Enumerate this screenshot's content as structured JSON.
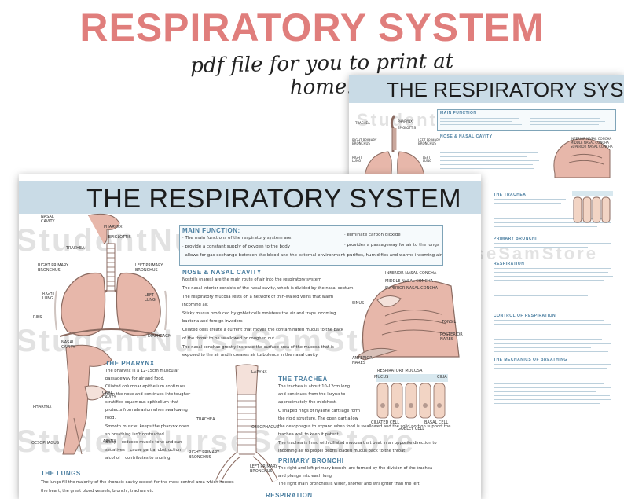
{
  "headline": "RESPIRATORY SYSTEM",
  "subtitle": "pdf file for you to print at home!",
  "sheet_title": "THE RESPIRATORY SYSTEM",
  "watermark": "StudentNurseSamStore",
  "front": {
    "main_function": {
      "heading": "MAIN FUNCTION:",
      "lines": [
        "· The main functions of the respiratory system are:",
        "· provide a constant supply of oxygen to the body",
        "· allows for gas exchange between the blood and the external environment"
      ],
      "right_lines": [
        "· eliminate carbon dioxide",
        "· provides a passageway for air to the lungs",
        "· purifies, humidifies and warms incoming air"
      ]
    },
    "nose": {
      "heading": "NOSE & NASAL CAVITY",
      "lines": [
        "Nostrils (nares) are the main route of air into the respiratory system",
        "The nasal interior consists of the nasal cavity, which is divided by the nasal septum.",
        "The respiratory mucosa rests on a network of thin-walled veins that warm",
        "incoming air.",
        "Sticky mucus produced by goblet cells moistens the air and traps incoming",
        "bacteria and foreign invaders",
        "Ciliated cells create a current that moves the contaminated mucus to the back",
        "of the throat to be swallowed or coughed out.",
        "The nasal conchae greatly increase the surface area of the mucosa that is",
        "exposed to the air and increases air turbulence in the nasal cavity"
      ]
    },
    "pharynx": {
      "heading": "THE PHARYNX",
      "lines": [
        "The pharynx is a 12-15cm muscular",
        "passageway for air and food.",
        "Ciliated columnar epithelium continues",
        "from the nose and continues into tougher",
        "stratified squamous epithelium that",
        "protects from abrasion when swallowing",
        "food.",
        "Smooth muscle: keeps the pharynx open",
        "so breathing isn't obstructed",
        "Sleep    reduces muscle tone and can",
        "sedatives    cause partial obstruction",
        "alcohol    contributes to snoring."
      ]
    },
    "trachea": {
      "heading": "THE TRACHEA",
      "lines": [
        "The trachea is about 10-12cm long",
        "and continues from the larynx to",
        "approximately the midchest.",
        "C shaped rings of hyaline cartilage form",
        "the rigid structure. The open part allow",
        "the oesophagus to expand when food is swallowed and the solid portion support the",
        "trachea wall to keep it patent.",
        "The trachea is lined with ciliated mucosa that beat in an opposite direction to",
        "incoming air to propel debris loaded mucus back to the throat"
      ]
    },
    "bronchi": {
      "heading": "PRIMARY BRONCHI",
      "lines": [
        "The right and left primary bronchi are formed by the division of the trachea",
        "and plunge into each lung.",
        "The right main bronchus is wider, shorter and straighter than the left."
      ]
    },
    "lungs": {
      "heading": "THE LUNGS",
      "lines": [
        "The lungs fill the majority of the thoracic cavity except for the most central area which houses",
        "the heart, the great blood vessels, bronchi, trachea etc"
      ]
    },
    "respiration_heading": "RESPIRATION",
    "labels": {
      "nasal_cavity": "NASAL\nCAVITY",
      "pharynx": "PHARYNX",
      "epiglottis": "EPIGLOTTIS",
      "trachea": "TRACHEA",
      "right_primary_bronchi": "RIGHT PRIMARY\nBRONCHUS",
      "left_primary_bronchi": "LEFT PRIMARY\nBRONCHUS",
      "right_lung": "RIGHT\nLUNG",
      "left_lung": "LEFT\nLUNG",
      "ribs": "RIBS",
      "diaphragm": "DIAPHRAGM",
      "inferior_concha": "INFERIOR NASAL CONCHA",
      "middle_concha": "MIDDLE NASAL CONCHA",
      "superior_concha": "SUPERIOR NASAL CONCHA",
      "sinus": "SINUS",
      "tonsil": "TONSIL",
      "anterior_nares": "ANTERIOR\nNARES",
      "posterior_nares": "POSTERIOR\nNARES",
      "respiratory_mucosa": "RESPIRATORY MUCOSA",
      "mucus": "MUCUS",
      "cilia": "CILIA",
      "ciliated_cell": "CILIATED CELL",
      "goblet_cell": "GOBLET CELL",
      "basal_cell": "BASAL CELL",
      "nasal_cavity2": "NASAL\nCAVITY",
      "pharynx2": "PHARYNX",
      "oral_cavity": "ORAL\nCAVITY",
      "oesophagus": "OESOPHAGUS",
      "larynx2": "LARYNX",
      "larynx": "LARYNX",
      "trachea2": "TRACHEA",
      "oesophagus2": "OESOPHAGUS",
      "right_primary_bronchus": "RIGHT PRIMARY\nBRONCHUS",
      "left_primary_bronchus": "LEFT PRIMARY\nBRONCHUS"
    }
  },
  "back": {
    "main_function": "MAIN FUNCTION",
    "nose_heading": "NOSE & NASAL CAVITY",
    "trachea_heading": "THE TRACHEA",
    "bronchi_heading": "PRIMARY BRONCHI",
    "respiration_heading": "RESPIRATION",
    "control_heading": "CONTROL OF RESPIRATION",
    "mechanics_heading": "THE MECHANICS OF BREATHING",
    "labels": {
      "pharynx": "PHARYNX",
      "epiglottis": "EPIGLOTTIS",
      "trachea": "TRACHEA",
      "right_bronchi": "RIGHT PRIMARY\nBRONCHUS",
      "left_bronchi": "LEFT PRIMARY\nBRONCHUS",
      "right_lung": "RIGHT\nLUNG",
      "left_lung": "LEFT\nLUNG",
      "inferior": "INFERIOR NASAL CONCHA",
      "middle": "MIDDLE NASAL CONCHA",
      "superior": "SUPERIOR NASAL CONCHA"
    }
  },
  "colors": {
    "headline": "#e07e7c",
    "banner": "#c9dbe6",
    "accent": "#4a7ea0",
    "lung": "#e7b7aa",
    "highlight": "#cfe1ea"
  }
}
